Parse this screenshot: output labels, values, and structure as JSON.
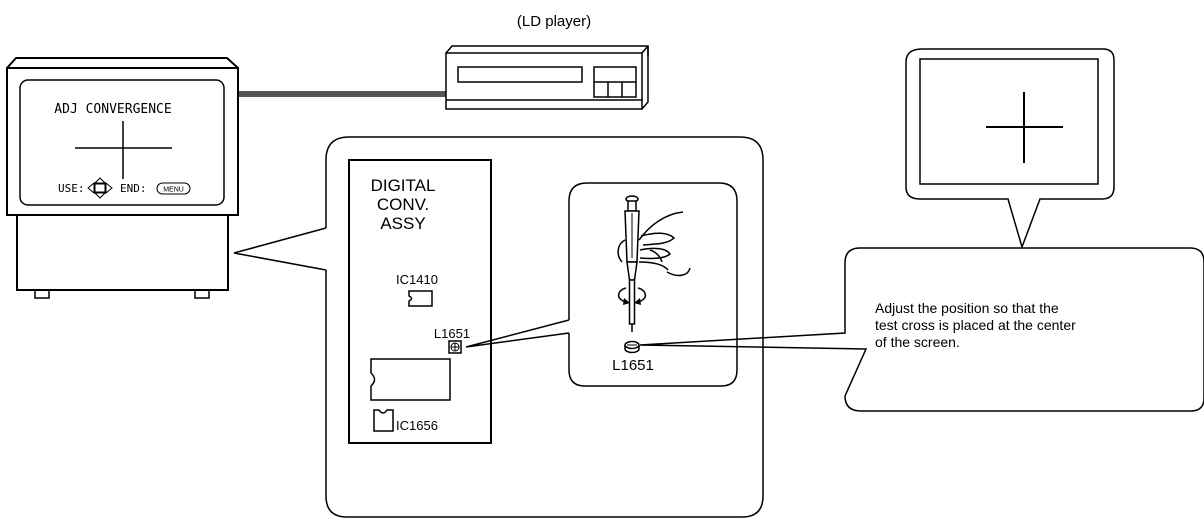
{
  "ld_player": {
    "label": "(LD player)"
  },
  "tv_screen": {
    "title": "ADJ CONVERGENCE",
    "use_label": "USE:",
    "end_label": "END:",
    "menu_label": "MENU"
  },
  "pcb": {
    "title_lines": [
      "DIGITAL",
      "CONV.",
      "ASSY"
    ],
    "ic1410": "IC1410",
    "l1651": "L1651",
    "ic1656": "IC1656"
  },
  "detail": {
    "l1651": "L1651"
  },
  "instruction": {
    "lines": [
      "Adjust the position so that the",
      "test cross is placed at the center",
      "of the screen."
    ]
  }
}
